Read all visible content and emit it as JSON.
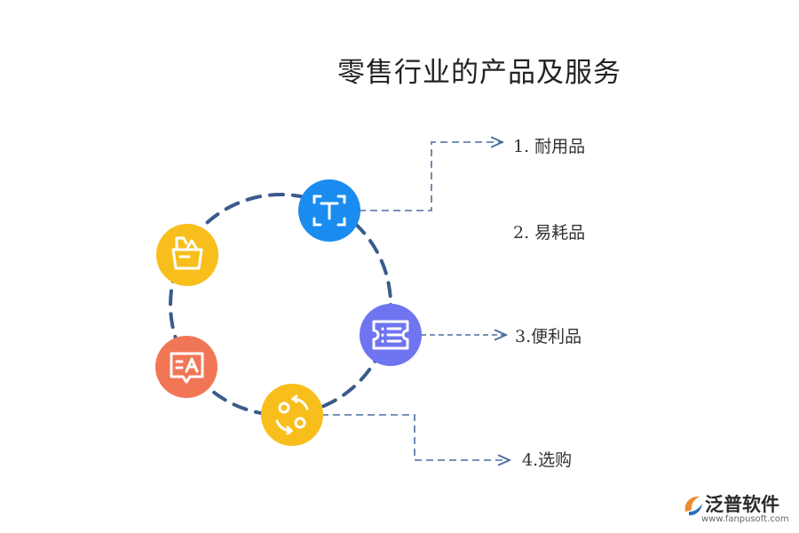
{
  "title": "零售行业的产品及服务",
  "items": [
    {
      "label": "1.  耐用品"
    },
    {
      "label": "2.  易耗品"
    },
    {
      "label": "3.便利品"
    },
    {
      "label": "4.选购"
    }
  ],
  "icons": [
    {
      "name": "text-frame-icon",
      "color": "#1a8cf0"
    },
    {
      "name": "ticket-list-icon",
      "color": "#6f74f0"
    },
    {
      "name": "exchange-icon",
      "color": "#f8bf1c"
    },
    {
      "name": "translate-bubble-icon",
      "color": "#f17656"
    },
    {
      "name": "basket-icon",
      "color": "#f8bf1c"
    }
  ],
  "colors": {
    "ring": "#3a5b8c",
    "connector": "#4a6fa0"
  },
  "logo": {
    "brand": "泛普软件",
    "url": "www.fanpusoft.com"
  }
}
